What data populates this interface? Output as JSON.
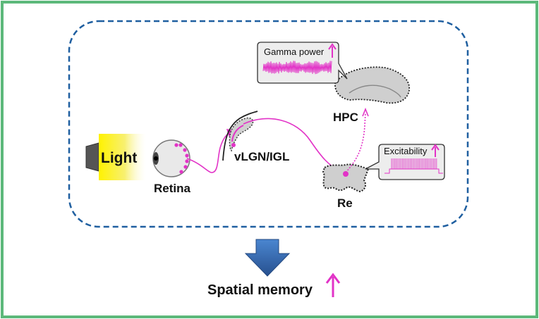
{
  "colors": {
    "frame_green": "#5cb87a",
    "dashed_blue": "#1f5fa0",
    "magenta": "#e233c7",
    "light_yellow": "#f4ea00",
    "gray_region": "#cfcfcf",
    "arrow_blue": "#2f5ea8"
  },
  "labels": {
    "light": "Light",
    "retina": "Retina",
    "vlgn": "vLGN/IGL",
    "hpc": "HPC",
    "re": "Re",
    "gamma_power": "Gamma power",
    "excitability": "Excitability",
    "spatial_memory": "Spatial memory"
  },
  "icons": {
    "increase_arrow": "up-arrow-icon",
    "eye": "eye-icon",
    "down_arrow": "down-arrow-icon"
  }
}
